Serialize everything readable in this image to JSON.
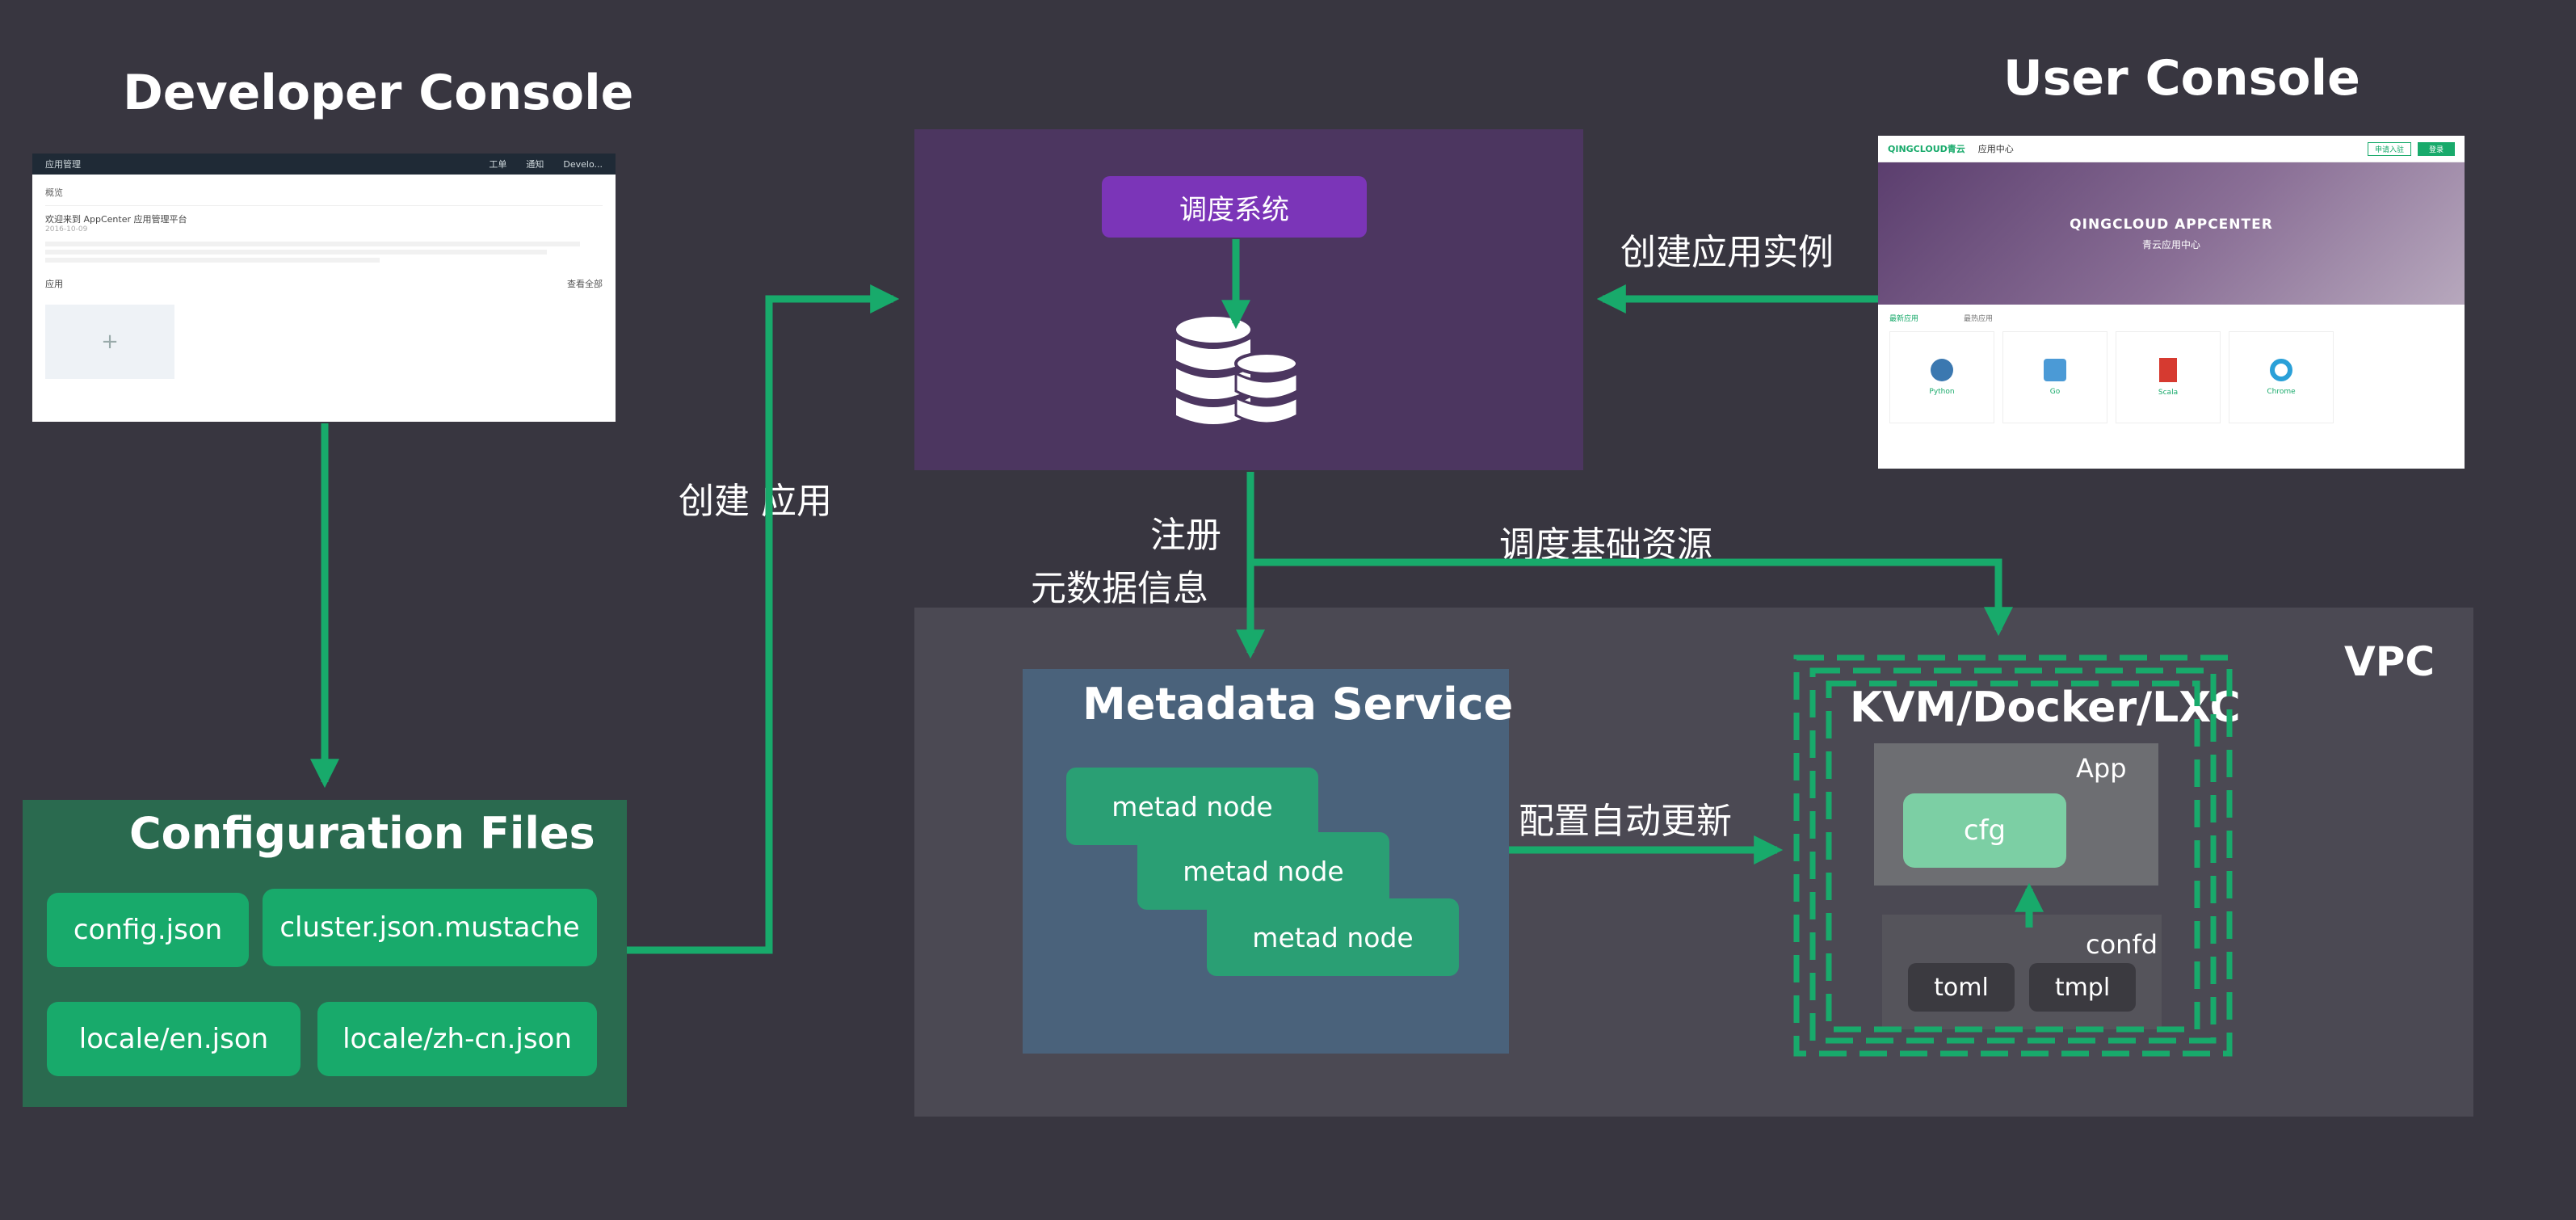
{
  "titles": {
    "developer_console": "Developer Console",
    "user_console": "User Console",
    "configuration_files": "Configuration Files",
    "metadata_service": "Metadata Service",
    "kvm": "KVM/Docker/LXC",
    "vpc": "VPC",
    "app": "App",
    "confd": "confd"
  },
  "config_files": [
    "config.json",
    "cluster.json.mustache",
    "locale/en.json",
    "locale/zh-cn.json"
  ],
  "scheduler": {
    "label": "调度系统"
  },
  "metad_nodes": [
    "metad node",
    "metad node",
    "metad node"
  ],
  "cfg_label": "cfg",
  "confd_items": [
    "toml",
    "tmpl"
  ],
  "edge_labels": {
    "create_app": "创建 应用",
    "create_instance": "创建应用实例",
    "register": "注册",
    "metadata_info": "元数据信息",
    "schedule_resources": "调度基础资源",
    "config_auto_update": "配置自动更新"
  },
  "dev_console_screenshot": {
    "nav_title": "应用管理",
    "nav_right": [
      "工单",
      "通知",
      "Develo..."
    ],
    "overview": "概览",
    "welcome": "欢迎来到 AppCenter 应用管理平台",
    "date": "2016-10-09",
    "apps_label": "应用",
    "view_all": "查看全部",
    "add_icon": "+"
  },
  "user_console_screenshot": {
    "brand": "QINGCLOUD青云",
    "nav_item": "应用中心",
    "buttons": [
      "申请入驻",
      "登录"
    ],
    "banner_title": "QINGCLOUD APPCENTER",
    "banner_sub": "青云应用中心",
    "tabs": [
      "最新应用",
      "",
      "最热应用"
    ],
    "apps": [
      "Python",
      "Go",
      "Scala",
      "Chrome"
    ]
  },
  "colors": {
    "accent": "#18aa6b",
    "background": "#383640",
    "purple": "#4c3660",
    "scheduler": "#7b35b8"
  }
}
